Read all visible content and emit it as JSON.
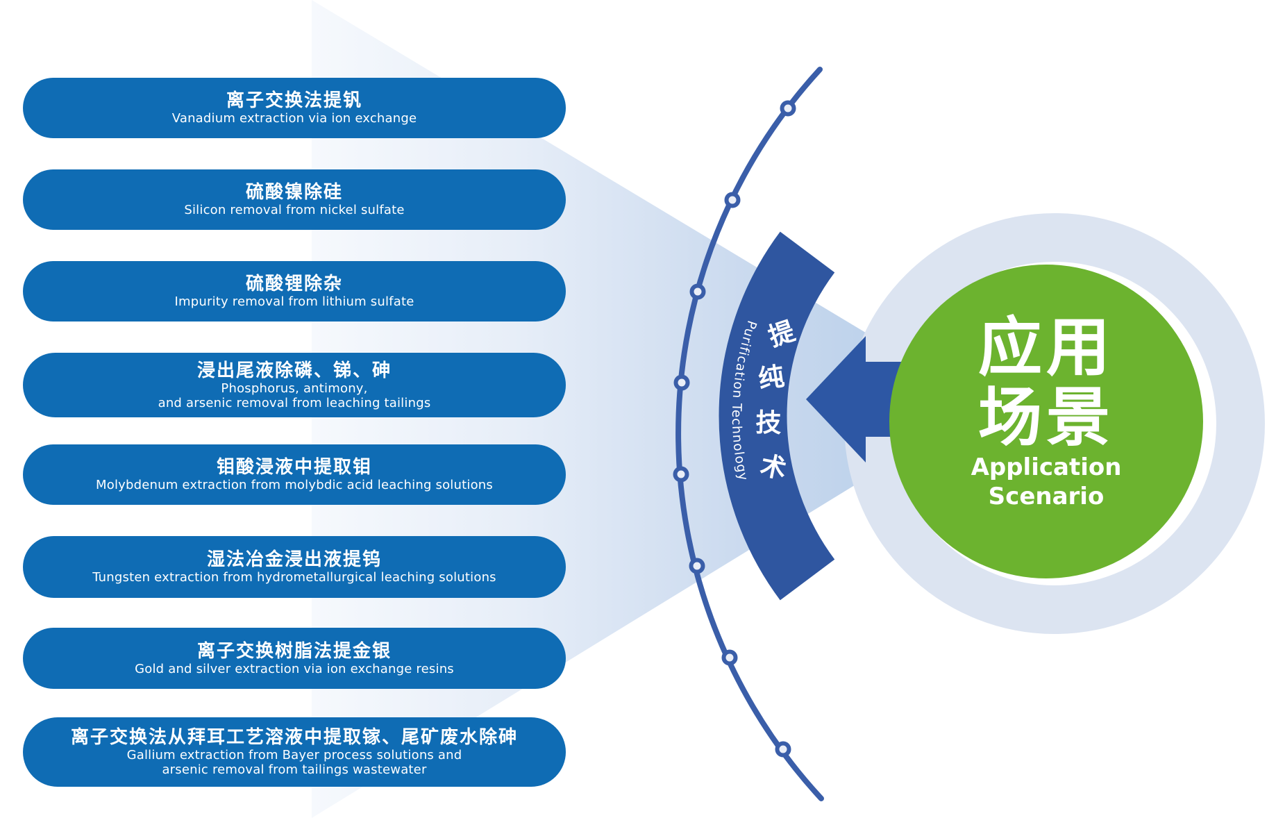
{
  "pills": [
    {
      "title": "离子交换法提钒",
      "subtitle_lines": [
        "Vanadium extraction via ion exchange"
      ]
    },
    {
      "title": "硫酸镍除硅",
      "subtitle_lines": [
        "Silicon removal from nickel sulfate"
      ]
    },
    {
      "title": "硫酸锂除杂",
      "subtitle_lines": [
        "Impurity removal from lithium sulfate"
      ]
    },
    {
      "title": "浸出尾液除磷、锑、砷",
      "subtitle_lines": [
        "Phosphorus, antimony,",
        "and arsenic removal from leaching tailings"
      ]
    },
    {
      "title": "钼酸浸液中提取钼",
      "subtitle_lines": [
        "Molybdenum extraction from molybdic acid leaching solutions"
      ]
    },
    {
      "title": "湿法冶金浸出液提钨",
      "subtitle_lines": [
        "Tungsten extraction from hydrometallurgical leaching solutions"
      ]
    },
    {
      "title": "离子交换树脂法提金银",
      "subtitle_lines": [
        "Gold and silver extraction via ion exchange resins"
      ]
    },
    {
      "title": "离子交换法从拜耳工艺溶液中提取镓、尾矿废水除砷",
      "subtitle_lines": [
        "Gallium extraction from Bayer process solutions and",
        "arsenic removal from tailings wastewater"
      ]
    }
  ],
  "hub": {
    "band_chars": [
      "提",
      "纯",
      "技",
      "术"
    ],
    "band_subtitle": "Purification Technology"
  },
  "target": {
    "line1": "应用",
    "line2": "场景",
    "en_line1": "Application",
    "en_line2": "Scenario"
  },
  "colors": {
    "pill_blue": "#0F6CB4",
    "band_blue": "#2F56A0",
    "arc_blue": "#3A5EA9",
    "arrow_blue": "#2D57A4",
    "dot_fill": "#EAEEF7",
    "ring_lavender": "#DCE4F1",
    "beam_light": "#F5F8FC",
    "beam_deep": "#B2CBE8",
    "target_green": "#6CB32F"
  }
}
